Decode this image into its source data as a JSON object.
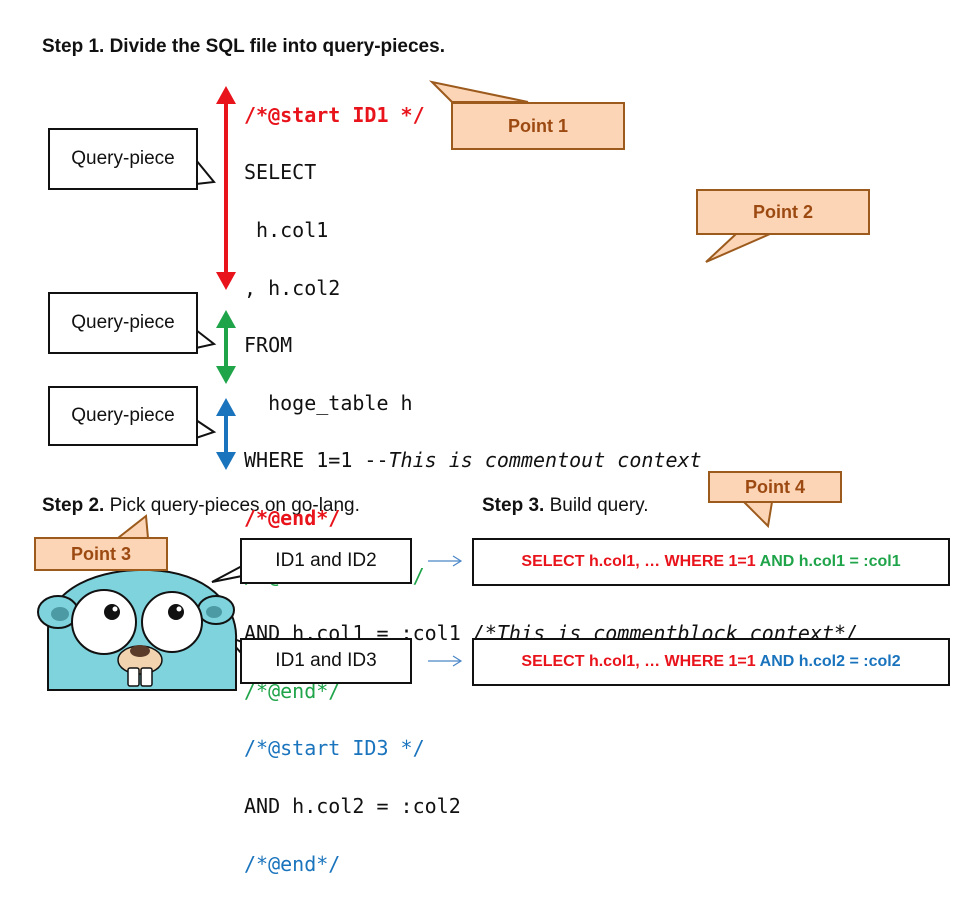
{
  "step1": {
    "bold": "Step 1. Divide the SQL file into query-pieces.",
    "rest": ""
  },
  "step2": {
    "bold": "Step 2.",
    "rest": " Pick query-pieces on go-lang."
  },
  "step3": {
    "bold": "Step 3.",
    "rest": " Build query."
  },
  "sql": {
    "start_id1": "/*@start ID1 */",
    "select": "SELECT",
    "col1": " h.col1",
    "col2": ", h.col2",
    "from": "FROM",
    "table": "  hoge_table h",
    "where": "WHERE 1=1 --",
    "where_comment": "This is commentout context",
    "end1": "/*@end*/",
    "start_id2": "/*@start ID2 */",
    "and1": "AND h.col1 = :col1 ",
    "and1_comment": "/*This is commentblock context*/",
    "end2": "/*@end*/",
    "start_id3": "/*@start ID3 */",
    "and2": "AND h.col2 = :col2",
    "end3": "/*@end*/"
  },
  "callouts": {
    "query_piece_1": "Query-piece",
    "query_piece_2": "Query-piece",
    "query_piece_3": "Query-piece",
    "point1": "Point 1",
    "point2": "Point 2",
    "point3": "Point 3",
    "point4": "Point 4"
  },
  "picks": [
    {
      "label": "ID1 and ID2"
    },
    {
      "label": "ID1 and ID3"
    }
  ],
  "results": [
    {
      "red": "SELECT h.col1, … WHERE 1=1 ",
      "colored": "AND h.col1 = :col1"
    },
    {
      "red": "SELECT h.col1, … WHERE 1=1 ",
      "colored": "AND h.col2 = :col2"
    }
  ],
  "colors": {
    "piece1": "#e8131b",
    "piece2": "#1fa44a",
    "piece3": "#1a74bd",
    "point_fill": "#fbd5b5",
    "point_border": "#9c5a1c",
    "gopher": "#7ed3dc"
  },
  "icons": {
    "mascot": "gopher-icon",
    "arrow": "arrow-right-icon"
  }
}
